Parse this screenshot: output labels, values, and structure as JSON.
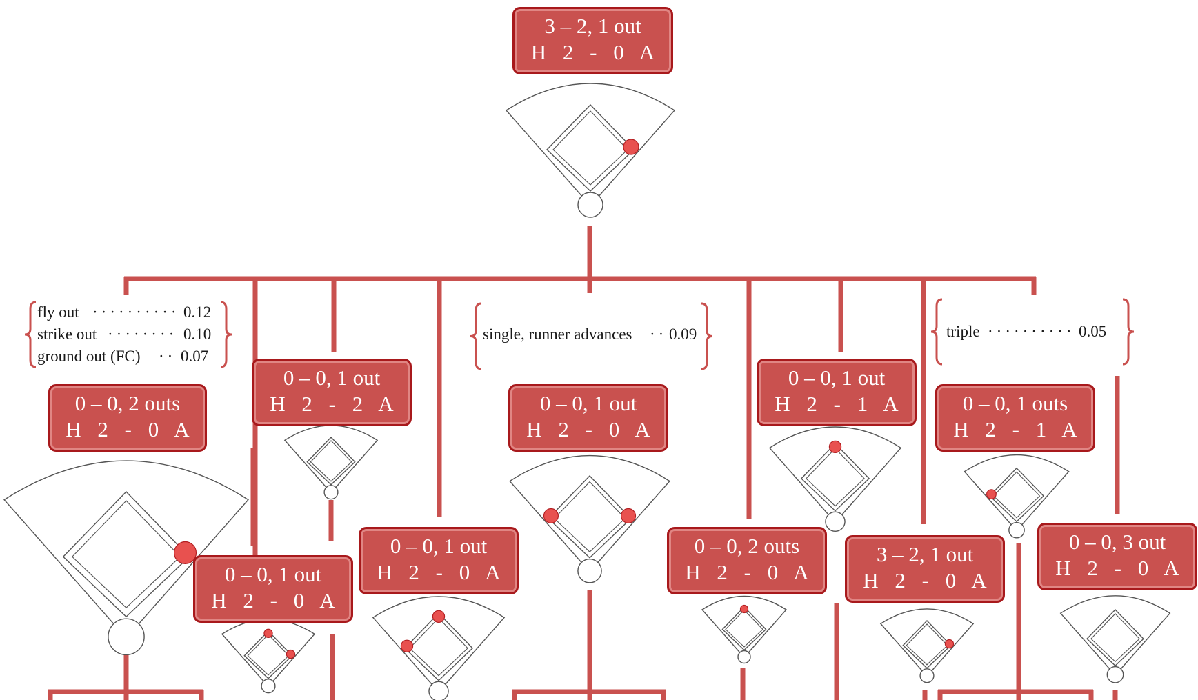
{
  "colors": {
    "connector": "#c9514f",
    "node_fill": "#c9514f",
    "node_border": "#a8191c",
    "runner": "#e8514f",
    "runner_edge": "#b31f22",
    "field_line": "#555555",
    "text": "#ffffff",
    "label_text": "#1a1a1a"
  },
  "root": {
    "line1": "3 – 2, 1 out",
    "line2": "H 2 - 0 A"
  },
  "nodes": [
    {
      "line1": "0 – 0, 2 outs",
      "line2": "H 2 - 0 A"
    },
    {
      "line1": "0 – 0, 1 out",
      "line2": "H 2 - 2 A"
    },
    {
      "line1": "0 – 0, 1 out",
      "line2": "H 2 - 0 A"
    },
    {
      "line1": "0 – 0, 1 out",
      "line2": "H 2 - 0 A"
    },
    {
      "line1": "0 – 0, 1 out",
      "line2": "H 2 - 0 A"
    },
    {
      "line1": "0 – 0, 2 outs",
      "line2": "H 2 - 0 A"
    },
    {
      "line1": "0 – 0, 1 out",
      "line2": "H 2 - 1 A"
    },
    {
      "line1": "3 – 2, 1 out",
      "line2": "H 2 - 0 A"
    },
    {
      "line1": "0 – 0, 1 outs",
      "line2": "H 2 - 1 A"
    },
    {
      "line1": "0 – 0, 3 out",
      "line2": "H 2 - 0 A"
    }
  ],
  "probabilities": {
    "group_left": [
      {
        "label": "fly out",
        "leader": "··········",
        "value": "0.12"
      },
      {
        "label": "strike out",
        "leader": "········",
        "value": "0.10"
      },
      {
        "label": "ground out (FC)",
        "leader": "··",
        "value": "0.07"
      }
    ],
    "group_middle": [
      {
        "label": "single, runner advances",
        "leader": "··",
        "value": "0.09"
      }
    ],
    "group_right": [
      {
        "label": "triple",
        "leader": "··········",
        "value": "0.05"
      }
    ]
  },
  "fields": [
    {
      "id": "root",
      "bases_occupied": [
        "first"
      ]
    },
    {
      "id": "n0",
      "bases_occupied": [
        "first"
      ]
    },
    {
      "id": "n1",
      "bases_occupied": []
    },
    {
      "id": "n2",
      "bases_occupied": [
        "first",
        "second"
      ]
    },
    {
      "id": "n3",
      "bases_occupied": [
        "second",
        "third"
      ]
    },
    {
      "id": "n4",
      "bases_occupied": [
        "first",
        "third"
      ]
    },
    {
      "id": "n5",
      "bases_occupied": [
        "second"
      ]
    },
    {
      "id": "n6",
      "bases_occupied": [
        "second"
      ]
    },
    {
      "id": "n7",
      "bases_occupied": [
        "first"
      ]
    },
    {
      "id": "n8",
      "bases_occupied": [
        "third"
      ]
    },
    {
      "id": "n9",
      "bases_occupied": []
    }
  ]
}
